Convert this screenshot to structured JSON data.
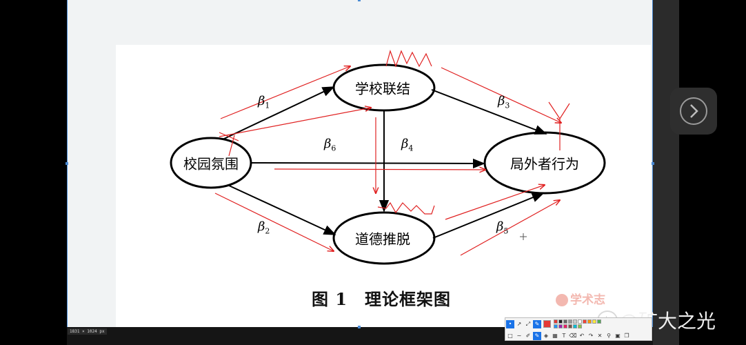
{
  "screen": {
    "size_label": "1831 × 1024  px"
  },
  "figure": {
    "caption": "图 1　理论框架图",
    "nodes": [
      {
        "id": "campus",
        "label": "校园氛围"
      },
      {
        "id": "school",
        "label": "学校联结"
      },
      {
        "id": "moral",
        "label": "道德推脱"
      },
      {
        "id": "bystander",
        "label": "局外者行为"
      }
    ],
    "paths": [
      {
        "label": "β",
        "sub": "1"
      },
      {
        "label": "β",
        "sub": "2"
      },
      {
        "label": "β",
        "sub": "3"
      },
      {
        "label": "β",
        "sub": "4"
      },
      {
        "label": "β",
        "sub": "5"
      },
      {
        "label": "β",
        "sub": "6"
      }
    ]
  },
  "annotation_color": "#e02020",
  "watermarks": {
    "center": "学术志",
    "bottom_right": "@矿大之光",
    "baidu": "du"
  },
  "toolbar": {
    "colors": [
      "#e53935",
      "#222222",
      "#666666",
      "#999999",
      "#cccccc",
      "#ffffff",
      "#f44336",
      "#ff9800",
      "#ffeb3b",
      "#4caf50",
      "#2196f3",
      "#9c27b0",
      "#e91e63",
      "#795548",
      "#00bcd4",
      "#8bc34a"
    ],
    "row1_icons": [
      "dot-icon",
      "arrow-icon",
      "double-arrow-icon",
      "pen-icon"
    ],
    "row2_icons": [
      "shape-icon",
      "curve-icon",
      "pencil-icon",
      "marker-icon",
      "fill-icon",
      "mosaic-icon",
      "text-icon",
      "eraser-icon",
      "undo-icon",
      "redo-icon",
      "close-icon",
      "pin-icon",
      "save-icon",
      "copy-icon"
    ]
  }
}
